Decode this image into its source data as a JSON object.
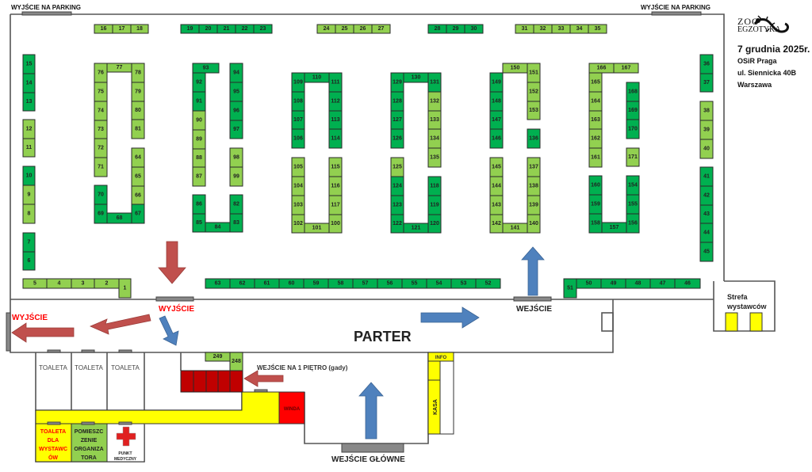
{
  "header": {
    "parking_exit_label": "WYJŚCIE NA PARKING",
    "logo_line1": "ZOO",
    "logo_line2": "EGZOTYKA",
    "date": "7 grudnia 2025r.",
    "venue": "OSiR Praga",
    "address": "ul. Siennicka 40B",
    "city": "Warszawa"
  },
  "colors": {
    "stand_light": "#92d050",
    "stand_dark": "#00b050",
    "stand_red": "#c00000",
    "yellow": "#ffff00",
    "red_room": "#ff0000",
    "arrow_red": "#c0504d",
    "arrow_blue": "#4f81bd",
    "label_red": "#ff0000",
    "organizer_green": "#92d050"
  },
  "labels": {
    "hall": "PARTER",
    "exit": "WYJŚCIE",
    "exit_left": "WYJŚCIE",
    "entrance": "WEJŚCIE",
    "main_entrance": "WEJŚCIE GŁÓWNE",
    "first_floor": "WEJŚCIE NA 1 PIĘTRO (gady)",
    "exhibitor_zone_1": "Strefa",
    "exhibitor_zone_2": "wystawców",
    "toilet": "TOALETA",
    "exhibitor_toilet": [
      "TOALETA",
      "DLA",
      "WYSTAWC",
      "ÓW"
    ],
    "organizer_room": [
      "POMIESZC",
      "ZENIE",
      "ORGANIZA",
      "TORA"
    ],
    "medical": [
      "PUNKT",
      "MEDYCZNY"
    ],
    "elevator": "WINDA",
    "info": "INFO",
    "cashier": "KASA"
  },
  "stands": [
    {
      "n": "16",
      "c": "L"
    },
    {
      "n": "17",
      "c": "L"
    },
    {
      "n": "18",
      "c": "L"
    },
    {
      "n": "19",
      "c": "D"
    },
    {
      "n": "20",
      "c": "D"
    },
    {
      "n": "21",
      "c": "D"
    },
    {
      "n": "22",
      "c": "D"
    },
    {
      "n": "23",
      "c": "D"
    },
    {
      "n": "24",
      "c": "L"
    },
    {
      "n": "25",
      "c": "L"
    },
    {
      "n": "26",
      "c": "L"
    },
    {
      "n": "27",
      "c": "L"
    },
    {
      "n": "28",
      "c": "D"
    },
    {
      "n": "29",
      "c": "D"
    },
    {
      "n": "30",
      "c": "D"
    },
    {
      "n": "31",
      "c": "L"
    },
    {
      "n": "32",
      "c": "L"
    },
    {
      "n": "33",
      "c": "L"
    },
    {
      "n": "34",
      "c": "L"
    },
    {
      "n": "35",
      "c": "L"
    },
    {
      "n": "15",
      "c": "D"
    },
    {
      "n": "14",
      "c": "D"
    },
    {
      "n": "13",
      "c": "D"
    },
    {
      "n": "12",
      "c": "L"
    },
    {
      "n": "11",
      "c": "L"
    },
    {
      "n": "10",
      "c": "D"
    },
    {
      "n": "9",
      "c": "L"
    },
    {
      "n": "8",
      "c": "L"
    },
    {
      "n": "7",
      "c": "D"
    },
    {
      "n": "6",
      "c": "D"
    },
    {
      "n": "5",
      "c": "L"
    },
    {
      "n": "4",
      "c": "L"
    },
    {
      "n": "3",
      "c": "L"
    },
    {
      "n": "2",
      "c": "L"
    },
    {
      "n": "1",
      "c": "L"
    },
    {
      "n": "76",
      "c": "L"
    },
    {
      "n": "77",
      "c": "L"
    },
    {
      "n": "78",
      "c": "L"
    },
    {
      "n": "75",
      "c": "L"
    },
    {
      "n": "74",
      "c": "L"
    },
    {
      "n": "73",
      "c": "L"
    },
    {
      "n": "72",
      "c": "L"
    },
    {
      "n": "71",
      "c": "L"
    },
    {
      "n": "79",
      "c": "L"
    },
    {
      "n": "80",
      "c": "L"
    },
    {
      "n": "81",
      "c": "L"
    },
    {
      "n": "64",
      "c": "L"
    },
    {
      "n": "65",
      "c": "L"
    },
    {
      "n": "66",
      "c": "L"
    },
    {
      "n": "70",
      "c": "D"
    },
    {
      "n": "69",
      "c": "D"
    },
    {
      "n": "68",
      "c": "D"
    },
    {
      "n": "67",
      "c": "D"
    },
    {
      "n": "93",
      "c": "D"
    },
    {
      "n": "92",
      "c": "D"
    },
    {
      "n": "91",
      "c": "D"
    },
    {
      "n": "90",
      "c": "L"
    },
    {
      "n": "89",
      "c": "L"
    },
    {
      "n": "88",
      "c": "L"
    },
    {
      "n": "87",
      "c": "L"
    },
    {
      "n": "94",
      "c": "D"
    },
    {
      "n": "95",
      "c": "D"
    },
    {
      "n": "96",
      "c": "D"
    },
    {
      "n": "97",
      "c": "D"
    },
    {
      "n": "98",
      "c": "L"
    },
    {
      "n": "99",
      "c": "L"
    },
    {
      "n": "86",
      "c": "D"
    },
    {
      "n": "85",
      "c": "D"
    },
    {
      "n": "84",
      "c": "D"
    },
    {
      "n": "83",
      "c": "D"
    },
    {
      "n": "82",
      "c": "D"
    },
    {
      "n": "109",
      "c": "D"
    },
    {
      "n": "110",
      "c": "D"
    },
    {
      "n": "111",
      "c": "D"
    },
    {
      "n": "108",
      "c": "D"
    },
    {
      "n": "107",
      "c": "D"
    },
    {
      "n": "106",
      "c": "D"
    },
    {
      "n": "112",
      "c": "D"
    },
    {
      "n": "113",
      "c": "D"
    },
    {
      "n": "114",
      "c": "D"
    },
    {
      "n": "105",
      "c": "L"
    },
    {
      "n": "104",
      "c": "L"
    },
    {
      "n": "103",
      "c": "L"
    },
    {
      "n": "102",
      "c": "L"
    },
    {
      "n": "101",
      "c": "L"
    },
    {
      "n": "115",
      "c": "L"
    },
    {
      "n": "116",
      "c": "L"
    },
    {
      "n": "117",
      "c": "L"
    },
    {
      "n": "100",
      "c": "L"
    },
    {
      "n": "129",
      "c": "D"
    },
    {
      "n": "130",
      "c": "D"
    },
    {
      "n": "131",
      "c": "D"
    },
    {
      "n": "128",
      "c": "D"
    },
    {
      "n": "127",
      "c": "D"
    },
    {
      "n": "126",
      "c": "D"
    },
    {
      "n": "132",
      "c": "L"
    },
    {
      "n": "133",
      "c": "L"
    },
    {
      "n": "134",
      "c": "L"
    },
    {
      "n": "135",
      "c": "L"
    },
    {
      "n": "125",
      "c": "L"
    },
    {
      "n": "124",
      "c": "D"
    },
    {
      "n": "123",
      "c": "D"
    },
    {
      "n": "122",
      "c": "D"
    },
    {
      "n": "121",
      "c": "D"
    },
    {
      "n": "118",
      "c": "D"
    },
    {
      "n": "119",
      "c": "D"
    },
    {
      "n": "120",
      "c": "D"
    },
    {
      "n": "150",
      "c": "L"
    },
    {
      "n": "151",
      "c": "L"
    },
    {
      "n": "152",
      "c": "L"
    },
    {
      "n": "153",
      "c": "L"
    },
    {
      "n": "149",
      "c": "D"
    },
    {
      "n": "148",
      "c": "D"
    },
    {
      "n": "147",
      "c": "D"
    },
    {
      "n": "146",
      "c": "D"
    },
    {
      "n": "136",
      "c": "D"
    },
    {
      "n": "145",
      "c": "L"
    },
    {
      "n": "144",
      "c": "L"
    },
    {
      "n": "143",
      "c": "L"
    },
    {
      "n": "142",
      "c": "L"
    },
    {
      "n": "141",
      "c": "L"
    },
    {
      "n": "137",
      "c": "L"
    },
    {
      "n": "138",
      "c": "L"
    },
    {
      "n": "139",
      "c": "L"
    },
    {
      "n": "140",
      "c": "L"
    },
    {
      "n": "166",
      "c": "L"
    },
    {
      "n": "167",
      "c": "L"
    },
    {
      "n": "165",
      "c": "L"
    },
    {
      "n": "164",
      "c": "L"
    },
    {
      "n": "163",
      "c": "L"
    },
    {
      "n": "162",
      "c": "L"
    },
    {
      "n": "161",
      "c": "L"
    },
    {
      "n": "168",
      "c": "D"
    },
    {
      "n": "169",
      "c": "D"
    },
    {
      "n": "170",
      "c": "D"
    },
    {
      "n": "171",
      "c": "L"
    },
    {
      "n": "160",
      "c": "D"
    },
    {
      "n": "159",
      "c": "D"
    },
    {
      "n": "158",
      "c": "D"
    },
    {
      "n": "157",
      "c": "D"
    },
    {
      "n": "154",
      "c": "D"
    },
    {
      "n": "155",
      "c": "D"
    },
    {
      "n": "156",
      "c": "D"
    },
    {
      "n": "36",
      "c": "D"
    },
    {
      "n": "37",
      "c": "D"
    },
    {
      "n": "38",
      "c": "L"
    },
    {
      "n": "39",
      "c": "L"
    },
    {
      "n": "40",
      "c": "L"
    },
    {
      "n": "41",
      "c": "D"
    },
    {
      "n": "42",
      "c": "D"
    },
    {
      "n": "43",
      "c": "D"
    },
    {
      "n": "44",
      "c": "D"
    },
    {
      "n": "45",
      "c": "D"
    },
    {
      "n": "63",
      "c": "D"
    },
    {
      "n": "62",
      "c": "D"
    },
    {
      "n": "61",
      "c": "D"
    },
    {
      "n": "60",
      "c": "D"
    },
    {
      "n": "59",
      "c": "D"
    },
    {
      "n": "58",
      "c": "D"
    },
    {
      "n": "57",
      "c": "D"
    },
    {
      "n": "56",
      "c": "D"
    },
    {
      "n": "55",
      "c": "D"
    },
    {
      "n": "54",
      "c": "D"
    },
    {
      "n": "53",
      "c": "D"
    },
    {
      "n": "52",
      "c": "D"
    },
    {
      "n": "51",
      "c": "D"
    },
    {
      "n": "50",
      "c": "D"
    },
    {
      "n": "49",
      "c": "D"
    },
    {
      "n": "48",
      "c": "D"
    },
    {
      "n": "47",
      "c": "D"
    },
    {
      "n": "46",
      "c": "D"
    },
    {
      "n": "249",
      "c": "L"
    },
    {
      "n": "248",
      "c": "L"
    },
    {
      "n": "",
      "c": "R"
    },
    {
      "n": "",
      "c": "R"
    },
    {
      "n": "",
      "c": "R"
    },
    {
      "n": "",
      "c": "R"
    },
    {
      "n": "",
      "c": "R"
    }
  ]
}
